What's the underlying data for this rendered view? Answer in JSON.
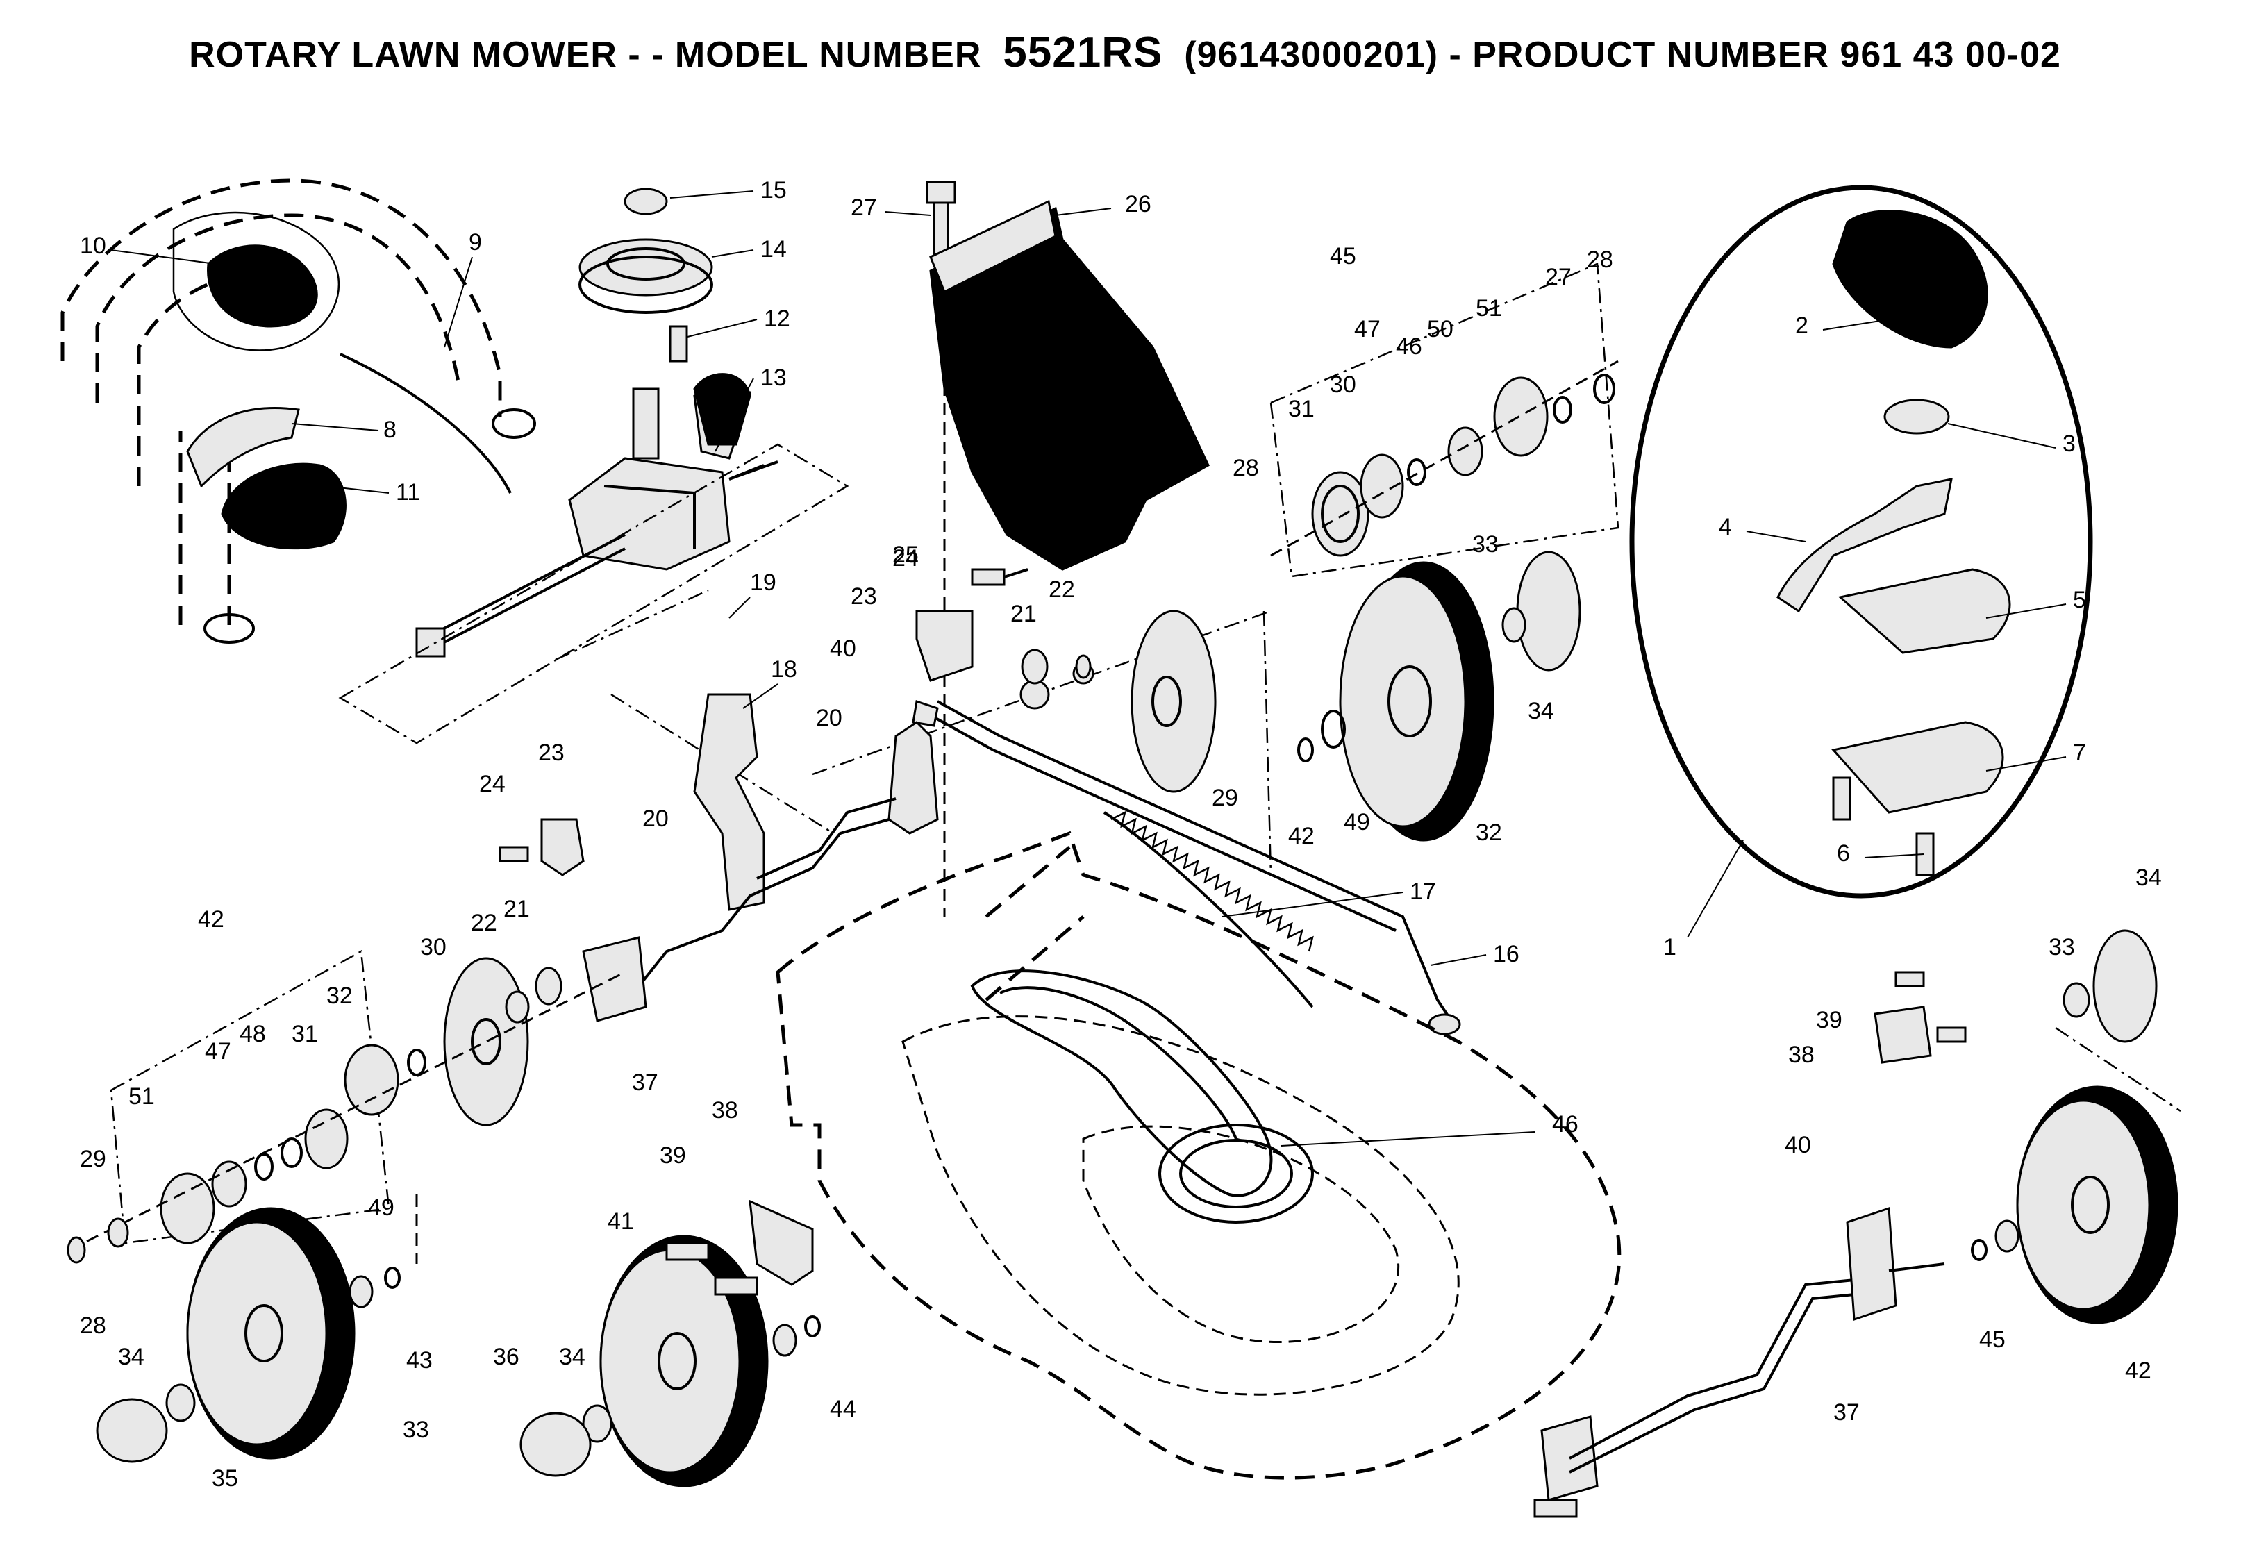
{
  "title": {
    "prefix": "ROTARY LAWN MOWER - - MODEL NUMBER  ",
    "model": "5521RS",
    "suffix": "  (96143000201) - PRODUCT NUMBER 961 43 00-02"
  },
  "colors": {
    "ink": "#000000",
    "paper": "#ffffff",
    "part_fill": "#e8e8e8"
  },
  "callouts": [
    "1",
    "2",
    "3",
    "4",
    "5",
    "6",
    "7",
    "8",
    "9",
    "10",
    "11",
    "12",
    "13",
    "14",
    "15",
    "16",
    "17",
    "18",
    "19",
    "20",
    "20",
    "21",
    "21",
    "22",
    "22",
    "23",
    "23",
    "24",
    "24",
    "25",
    "26",
    "27",
    "27",
    "28",
    "28",
    "28",
    "29",
    "29",
    "30",
    "30",
    "31",
    "31",
    "32",
    "32",
    "33",
    "33",
    "33",
    "34",
    "34",
    "34",
    "34",
    "35",
    "36",
    "37",
    "37",
    "38",
    "38",
    "39",
    "39",
    "40",
    "40",
    "41",
    "42",
    "42",
    "42",
    "43",
    "44",
    "45",
    "45",
    "46",
    "46",
    "47",
    "47",
    "48",
    "49",
    "49",
    "50",
    "51",
    "51"
  ]
}
